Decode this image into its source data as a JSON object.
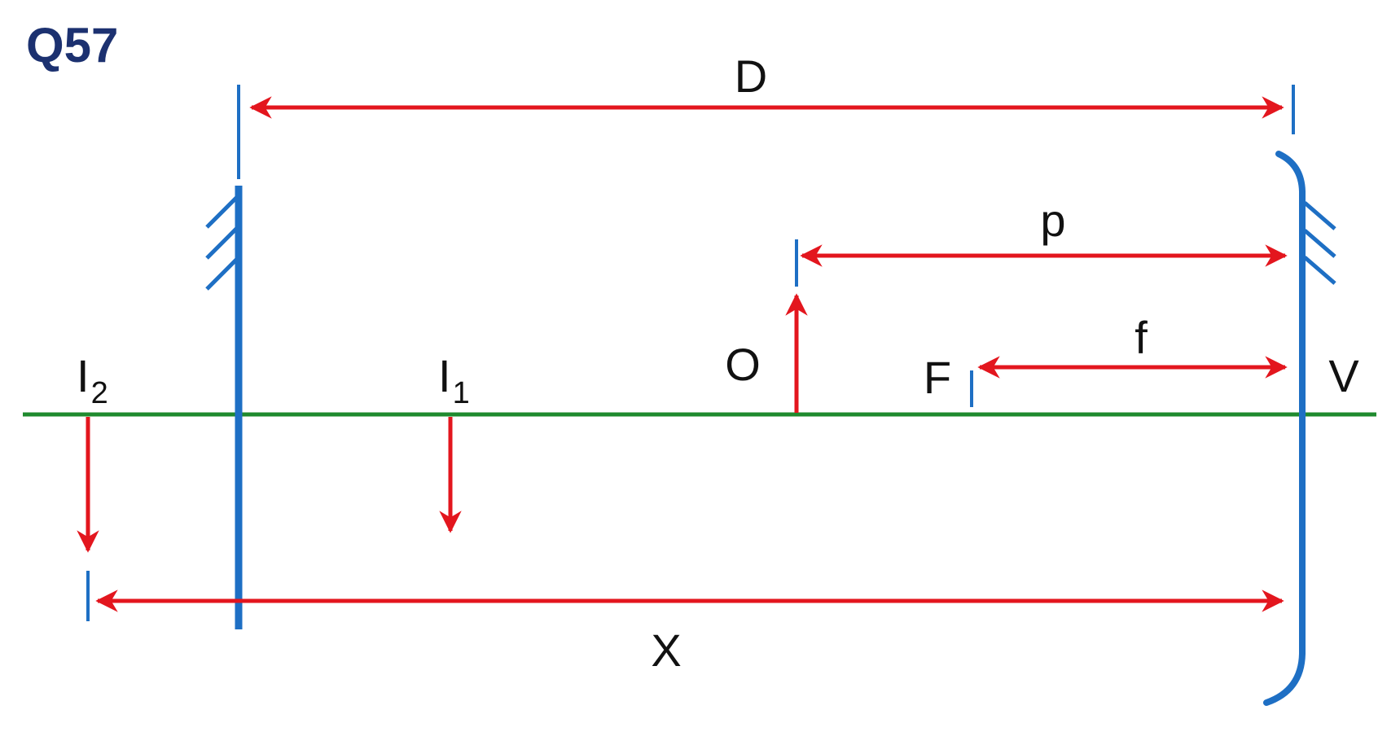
{
  "question_label": "Q57",
  "labels": {
    "D": "D",
    "p": "p",
    "f": "f",
    "X": "X",
    "O": "O",
    "F": "F",
    "V": "V",
    "I1_main": "I",
    "I1_sub": "1",
    "I2_main": "I",
    "I2_sub": "2"
  },
  "colors": {
    "mirror_blue": "#1e6fc4",
    "arrow_red": "#e3161e",
    "axis_green": "#1f8a2e",
    "title_navy": "#1c3170",
    "text": "#111111"
  }
}
